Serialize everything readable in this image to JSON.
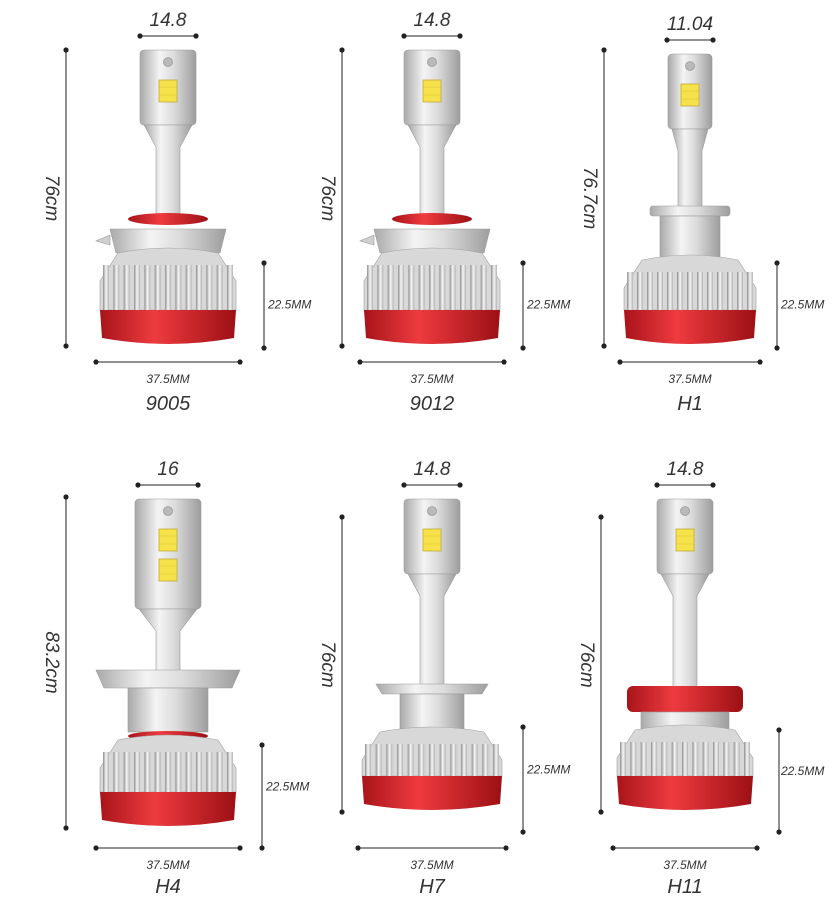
{
  "colors": {
    "accent_red": "#d8262a",
    "metal_light": "#f2f2f2",
    "metal_mid": "#cfcfcf",
    "metal_dark": "#9a9a9a",
    "led_yellow": "#f6e24a",
    "dimension_line": "#222222",
    "label_text": "#333333"
  },
  "bulbs": [
    {
      "model": "9005",
      "top_width": "14.8",
      "height": "76cm",
      "heatsink_height": "22.5MM",
      "base_width": "37.5MM",
      "style": "9005",
      "led_chips": 1
    },
    {
      "model": "9012",
      "top_width": "14.8",
      "height": "76cm",
      "heatsink_height": "22.5MM",
      "base_width": "37.5MM",
      "style": "9012",
      "led_chips": 1
    },
    {
      "model": "H1",
      "top_width": "11.04",
      "height": "76.7cm",
      "heatsink_height": "22.5MM",
      "base_width": "37.5MM",
      "style": "H1",
      "led_chips": 1
    },
    {
      "model": "H4",
      "top_width": "16",
      "height": "83.2cm",
      "heatsink_height": "22.5MM",
      "base_width": "37.5MM",
      "style": "H4",
      "led_chips": 2
    },
    {
      "model": "H7",
      "top_width": "14.8",
      "height": "76cm",
      "heatsink_height": "22.5MM",
      "base_width": "37.5MM",
      "style": "H7",
      "led_chips": 1
    },
    {
      "model": "H11",
      "top_width": "14.8",
      "height": "76cm",
      "heatsink_height": "22.5MM",
      "base_width": "37.5MM",
      "style": "H11",
      "led_chips": 1
    }
  ]
}
